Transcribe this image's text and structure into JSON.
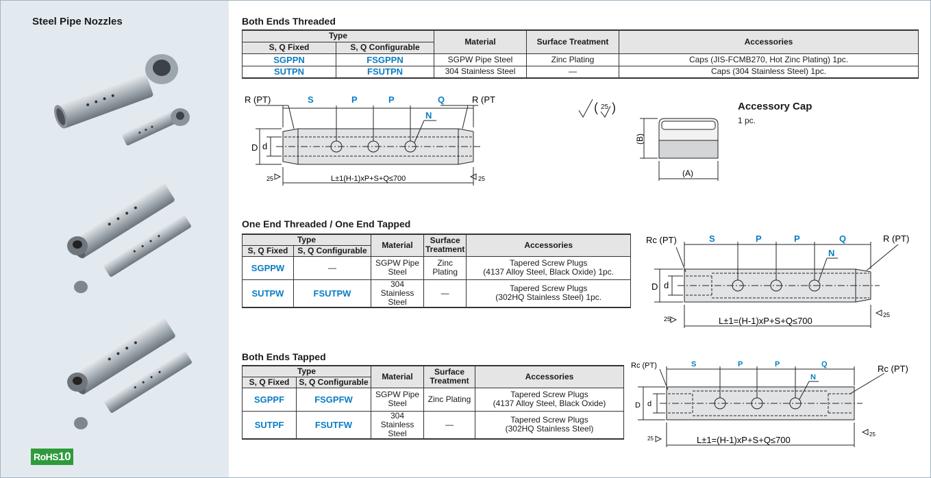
{
  "sidebar": {
    "title": "Steel Pipe Nozzles",
    "rohs": {
      "prefix": "RoHS",
      "number": "10"
    }
  },
  "headers": {
    "type": "Type",
    "fixed": "S, Q Fixed",
    "configurable": "S, Q Configurable",
    "material": "Material",
    "surface": "Surface Treatment",
    "accessories": "Accessories"
  },
  "sections": [
    {
      "title": "Both Ends Threaded",
      "rows": [
        {
          "fixed": "SGPPN",
          "configurable": "FSGPPN",
          "material": "SGPW Pipe Steel",
          "surface": "Zinc Plating",
          "accessories": "Caps (JIS-FCMB270, Hot Zinc Plating) 1pc."
        },
        {
          "fixed": "SUTPN",
          "configurable": "FSUTPN",
          "material": "304 Stainless Steel",
          "surface": "—",
          "accessories": "Caps (304 Stainless Steel) 1pc."
        }
      ]
    },
    {
      "title": "One End Threaded / One End Tapped",
      "rows": [
        {
          "fixed": "SGPPW",
          "configurable": "—",
          "material_1": "SGPW Pipe",
          "material_2": "Steel",
          "surface_1": "Zinc",
          "surface_2": "Plating",
          "acc_1": "Tapered Screw Plugs",
          "acc_2": "(4137 Alloy Steel, Black Oxide) 1pc."
        },
        {
          "fixed": "SUTPW",
          "configurable": "FSUTPW",
          "material_1": "304 Stainless",
          "material_2": "Steel",
          "surface": "—",
          "acc_1": "Tapered Screw Plugs",
          "acc_2": "(302HQ Stainless Steel) 1pc."
        }
      ]
    },
    {
      "title": "Both Ends Tapped",
      "rows": [
        {
          "fixed": "SGPPF",
          "configurable": "FSGPFW",
          "material_1": "SGPW Pipe",
          "material_2": "Steel",
          "surface": "Zinc Plating",
          "acc_1": "Tapered Screw Plugs",
          "acc_2": "(4137 Alloy Steel, Black Oxide)"
        },
        {
          "fixed": "SUTPF",
          "configurable": "FSUTFW",
          "material_1": "304 Stainless",
          "material_2": "Steel",
          "surface": "—",
          "acc_1": "Tapered Screw Plugs",
          "acc_2": "(302HQ Stainless Steel)"
        }
      ]
    }
  ],
  "diagrams": {
    "d1": {
      "left": "R (PT)",
      "right": "R (PT)",
      "S": "S",
      "P": "P",
      "Q": "Q",
      "N": "N",
      "D": "D",
      "d": "d",
      "rough": "25",
      "length": "L±1(H-1)xP+S+Q≤700"
    },
    "d2": {
      "left": "Rc (PT)",
      "right": "R (PT)",
      "S": "S",
      "P": "P",
      "Q": "Q",
      "N": "N",
      "D": "D",
      "d": "d",
      "rough": "25",
      "length": "L±1=(H-1)xP+S+Q≤700"
    },
    "d3": {
      "left": "Rc (PT)",
      "right": "Rc (PT)",
      "S": "S",
      "P": "P",
      "Q": "Q",
      "N": "N",
      "D": "D",
      "d": "d",
      "rough": "25",
      "length": "L±1=(H-1)xP+S+Q≤700"
    },
    "cap": {
      "title": "Accessory Cap",
      "qty": "1 pc.",
      "A": "(A)",
      "B": "(B)",
      "finish": "25"
    }
  },
  "colors": {
    "accent": "#0a7cc4",
    "sidebar_bg": "#e3eaef",
    "rohs_green": "#2e9a3c"
  }
}
